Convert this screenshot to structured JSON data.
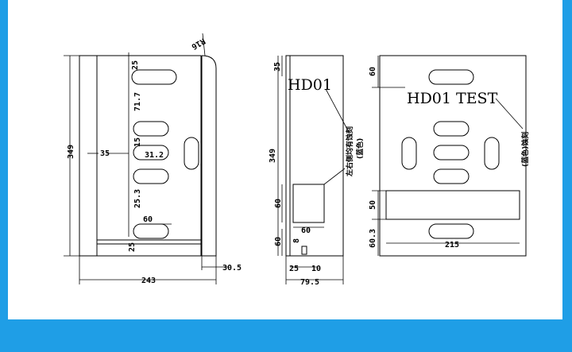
{
  "colors": {
    "frame_blue": "#1f9ee6",
    "paper": "#ffffff",
    "line": "#000000"
  },
  "front_view": {
    "corner_radius": "R16",
    "top_slot_offset": "25",
    "slot_pitch": "71.7",
    "slot_spacing": "15",
    "slot_spacing_center": "31.2",
    "side_hole_offset": "35",
    "lower_pitch": "25.3",
    "slot_length": "60",
    "bottom_margin": "25",
    "side_width": "30.5",
    "total_height": "349",
    "total_width": "243"
  },
  "side_view": {
    "top_offset": "35",
    "engraving": "HD01",
    "engraving_note": "左右侧均有蚀刻",
    "color_note": "(蓝色)",
    "total_height": "349",
    "window_height": "60",
    "window_width": "60",
    "bottom_height": "60",
    "screw_size": "8",
    "screw_offset": "25",
    "screw_gap": "10",
    "total_depth": "79.5"
  },
  "back_view": {
    "top_offset": "60",
    "engraving": "HD01 TEST",
    "engraving_note": "(蓝色)蚀刻",
    "plate_height": "50",
    "bottom_height": "60.3",
    "plate_width": "215"
  }
}
